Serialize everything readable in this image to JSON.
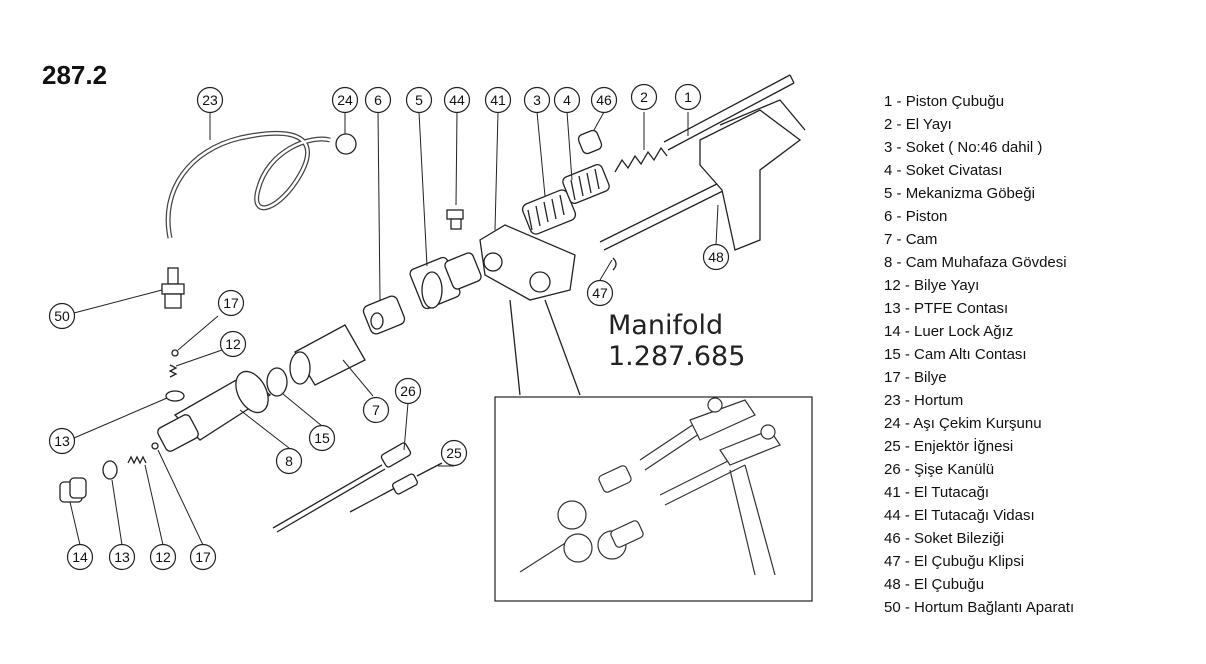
{
  "model_number": "287.2",
  "manifold": {
    "title": "Manifold",
    "code": "1.287.685"
  },
  "callouts": [
    "23",
    "24",
    "6",
    "5",
    "44",
    "41",
    "3",
    "4",
    "46",
    "2",
    "1",
    "48",
    "47",
    "50",
    "17",
    "12",
    "13",
    "8",
    "15",
    "7",
    "26",
    "25",
    "14",
    "13",
    "12",
    "17"
  ],
  "legend": [
    {
      "num": "1",
      "name": "Piston Çubuğu"
    },
    {
      "num": "2",
      "name": "El Yayı"
    },
    {
      "num": "3",
      "name": "Soket ( No:46 dahil )"
    },
    {
      "num": "4",
      "name": "Soket Civatası"
    },
    {
      "num": "5",
      "name": "Mekanizma Göbeği"
    },
    {
      "num": "6",
      "name": "Piston"
    },
    {
      "num": "7",
      "name": "Cam"
    },
    {
      "num": "8",
      "name": "Cam Muhafaza Gövdesi"
    },
    {
      "num": "12",
      "name": "Bilye Yayı"
    },
    {
      "num": "13",
      "name": "PTFE Contası"
    },
    {
      "num": "14",
      "name": "Luer Lock Ağız"
    },
    {
      "num": "15",
      "name": "Cam Altı Contası"
    },
    {
      "num": "17",
      "name": "Bilye"
    },
    {
      "num": "23",
      "name": "Hortum"
    },
    {
      "num": "24",
      "name": "Aşı Çekim Kurşunu"
    },
    {
      "num": "25",
      "name": "Enjektör İğnesi"
    },
    {
      "num": "26",
      "name": "Şişe Kanülü"
    },
    {
      "num": "41",
      "name": "El Tutacağı"
    },
    {
      "num": "44",
      "name": "El Tutacağı Vidası"
    },
    {
      "num": "46",
      "name": "Soket Bileziği"
    },
    {
      "num": "47",
      "name": "El Çubuğu Klipsi"
    },
    {
      "num": "48",
      "name": "El Çubuğu"
    },
    {
      "num": "50",
      "name": "Hortum Bağlantı Aparatı"
    }
  ]
}
